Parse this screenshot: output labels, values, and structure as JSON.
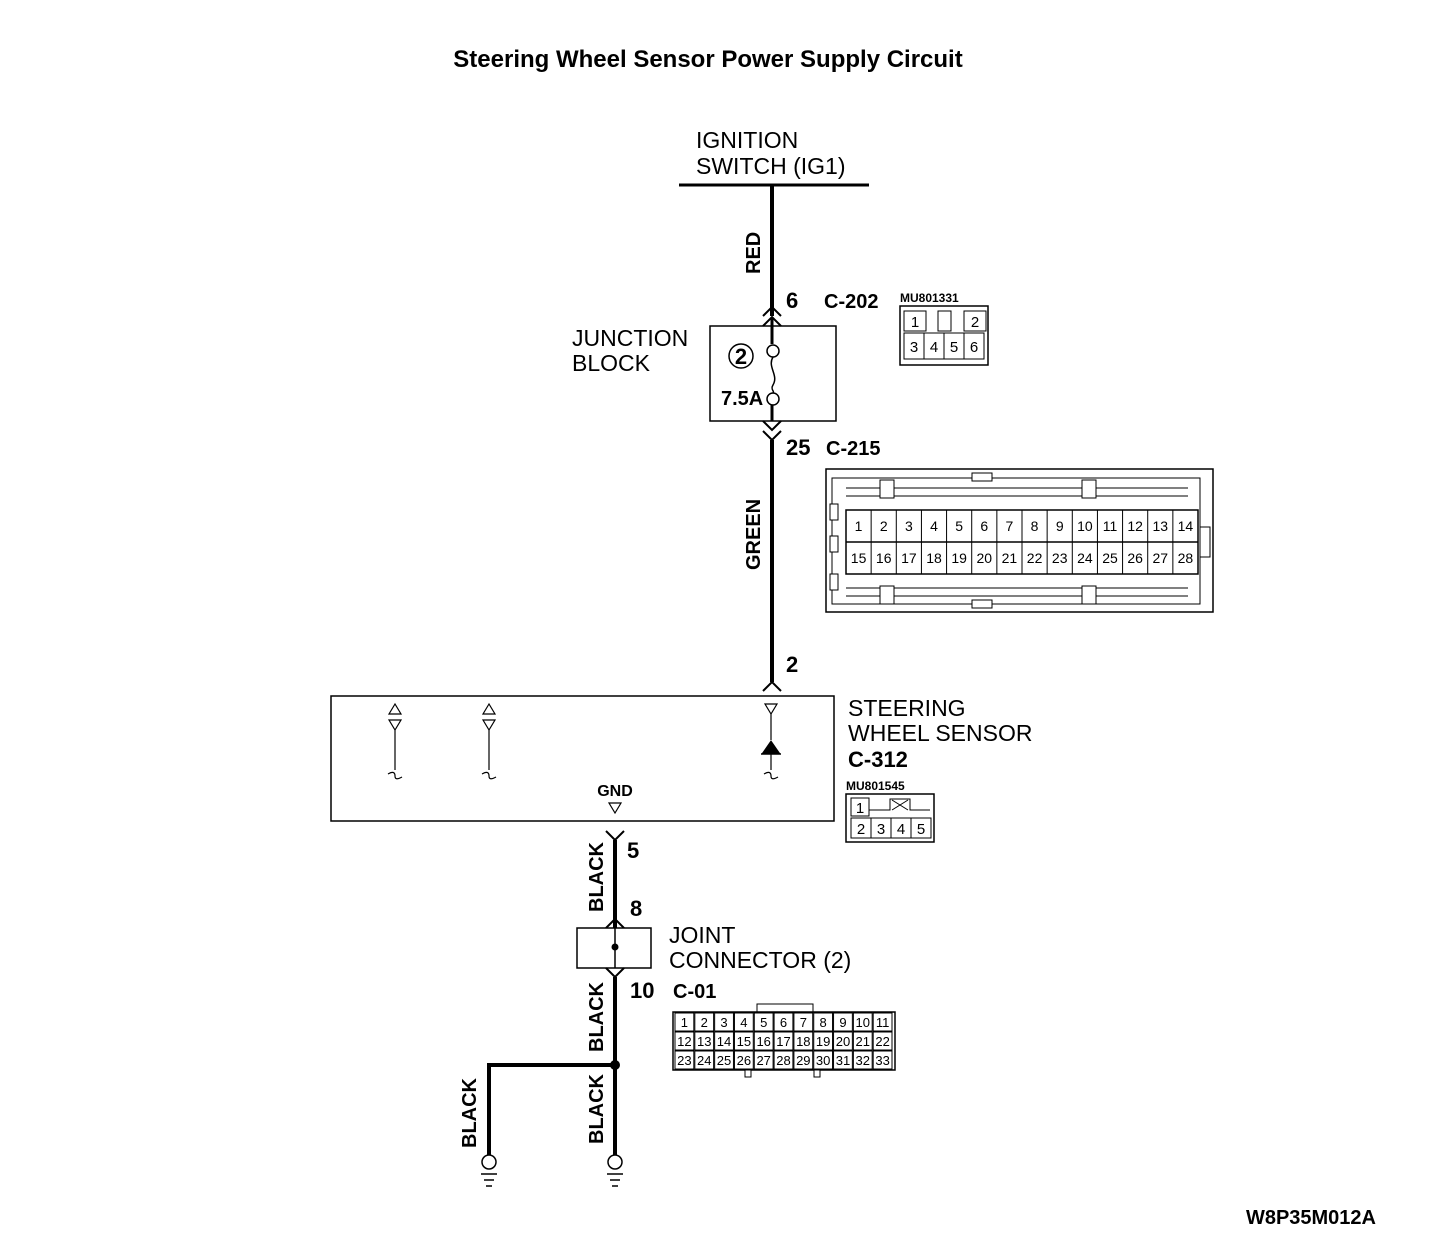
{
  "title": "Steering Wheel Sensor Power Supply Circuit",
  "power_source": {
    "line1": "IGNITION",
    "line2": "SWITCH (IG1)"
  },
  "junction_block": {
    "line1": "JUNCTION",
    "line2": "BLOCK",
    "fuse_number": "2",
    "fuse_rating": "7.5A",
    "in_pin": "6",
    "in_connector": "C-202",
    "in_part_no": "MU801331",
    "in_pins_top": [
      "1",
      "",
      "2"
    ],
    "in_pins_bottom": [
      "3",
      "4",
      "5",
      "6"
    ],
    "out_pin": "25",
    "out_connector": "C-215",
    "out_pins_top": [
      "1",
      "2",
      "3",
      "4",
      "5",
      "6",
      "7",
      "8",
      "9",
      "10",
      "11",
      "12",
      "13",
      "14"
    ],
    "out_pins_bottom": [
      "15",
      "16",
      "17",
      "18",
      "19",
      "20",
      "21",
      "22",
      "23",
      "24",
      "25",
      "26",
      "27",
      "28"
    ]
  },
  "wires": {
    "red": "RED",
    "green": "GREEN",
    "black": "BLACK"
  },
  "steering_sensor": {
    "line1": "STEERING",
    "line2": "WHEEL SENSOR",
    "connector": "C-312",
    "part_no": "MU801545",
    "in_pin": "2",
    "gnd_label": "GND",
    "gnd_pin": "5",
    "pins_top": [
      "1"
    ],
    "pins_bottom": [
      "2",
      "3",
      "4",
      "5"
    ]
  },
  "joint_connector": {
    "line1": "JOINT",
    "line2": "CONNECTOR (2)",
    "in_pin": "8",
    "out_pin": "10",
    "connector": "C-01",
    "row1": [
      "1",
      "2",
      "3",
      "4",
      "5",
      "6",
      "7",
      "8",
      "9",
      "10",
      "11"
    ],
    "row2": [
      "12",
      "13",
      "14",
      "15",
      "16",
      "17",
      "18",
      "19",
      "20",
      "21",
      "22"
    ],
    "row3": [
      "23",
      "24",
      "25",
      "26",
      "27",
      "28",
      "29",
      "30",
      "31",
      "32",
      "33"
    ]
  },
  "figure_code": "W8P35M012A"
}
